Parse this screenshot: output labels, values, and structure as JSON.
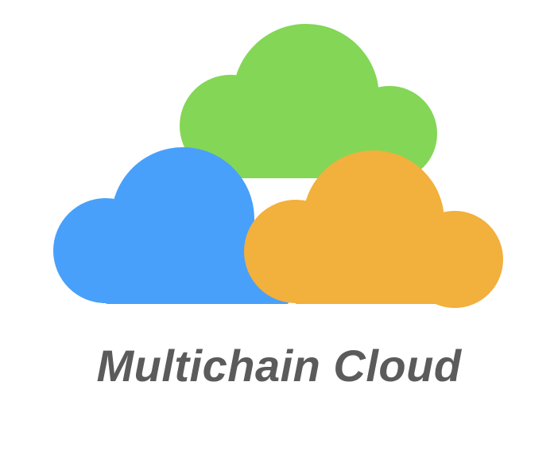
{
  "logo": {
    "wordmark": "Multichain Cloud",
    "wordmark_color": "#5b5b5b",
    "clouds": [
      {
        "name": "green-cloud",
        "color": "#84d657"
      },
      {
        "name": "blue-cloud",
        "color": "#48a0fa"
      },
      {
        "name": "orange-cloud",
        "color": "#f2b03c"
      }
    ]
  }
}
